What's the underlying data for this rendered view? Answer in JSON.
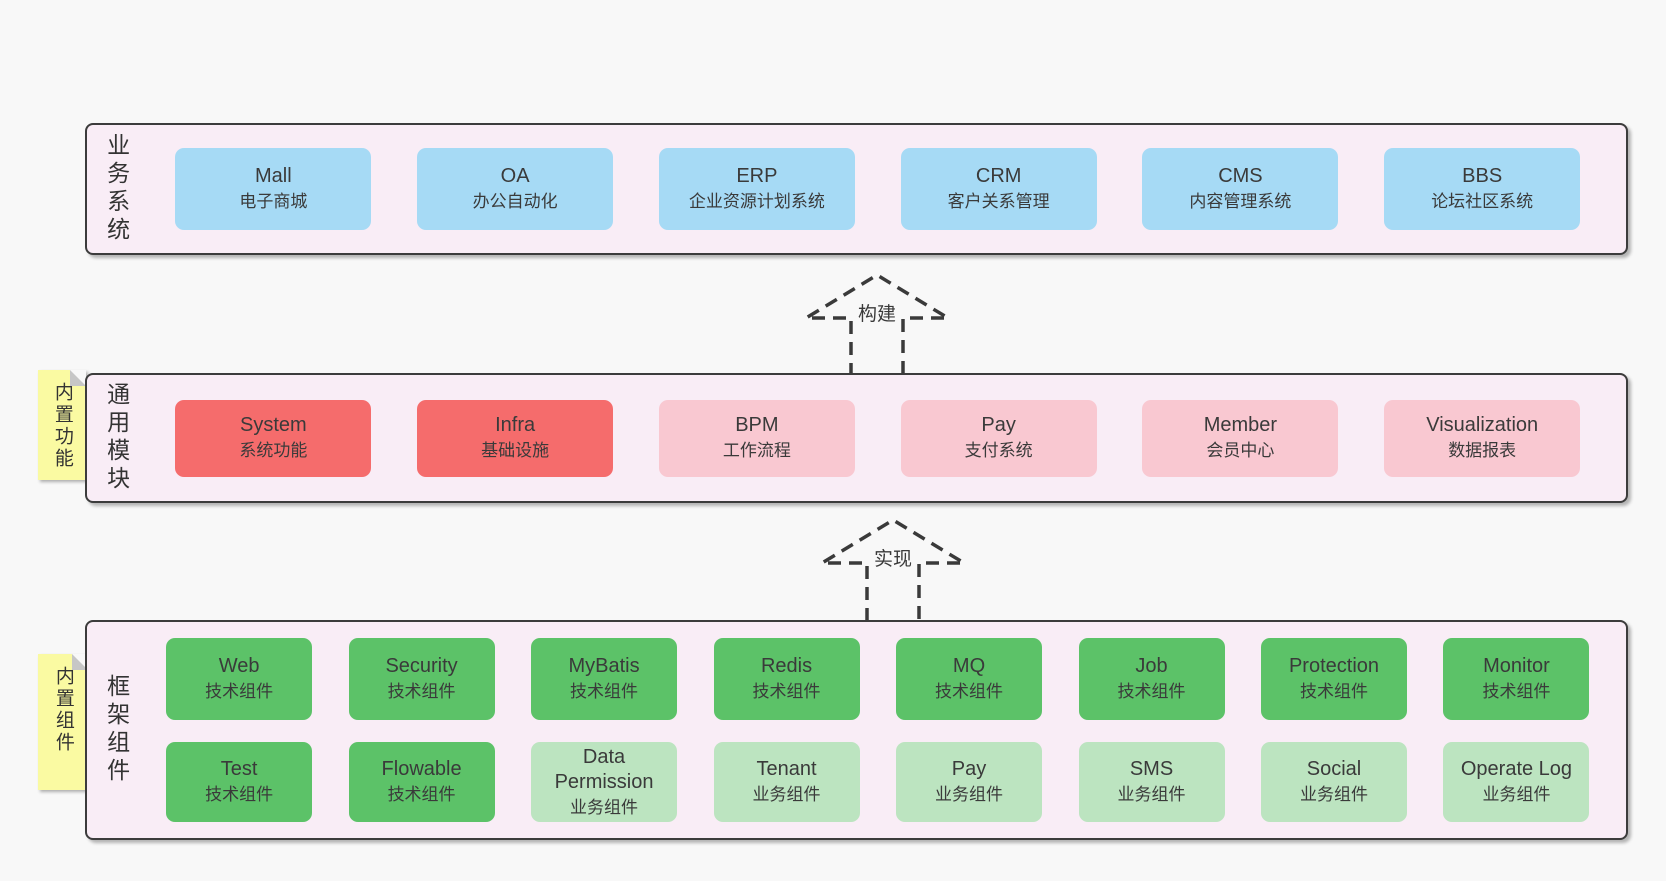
{
  "diagram": {
    "layers": [
      {
        "label": "业务系统",
        "boxes": [
          {
            "en": "Mall",
            "zh": "电子商城"
          },
          {
            "en": "OA",
            "zh": "办公自动化"
          },
          {
            "en": "ERP",
            "zh": "企业资源计划系统"
          },
          {
            "en": "CRM",
            "zh": "客户关系管理"
          },
          {
            "en": "CMS",
            "zh": "内容管理系统"
          },
          {
            "en": "BBS",
            "zh": "论坛社区系统"
          }
        ]
      },
      {
        "label": "通用模块",
        "sticky": "内置功能",
        "boxes": [
          {
            "en": "System",
            "zh": "系统功能"
          },
          {
            "en": "Infra",
            "zh": "基础设施"
          },
          {
            "en": "BPM",
            "zh": "工作流程"
          },
          {
            "en": "Pay",
            "zh": "支付系统"
          },
          {
            "en": "Member",
            "zh": "会员中心"
          },
          {
            "en": "Visualization",
            "zh": "数据报表"
          }
        ]
      },
      {
        "label": "框架组件",
        "sticky": "内置组件",
        "rows": [
          [
            {
              "en": "Web",
              "zh": "技术组件"
            },
            {
              "en": "Security",
              "zh": "技术组件"
            },
            {
              "en": "MyBatis",
              "zh": "技术组件"
            },
            {
              "en": "Redis",
              "zh": "技术组件"
            },
            {
              "en": "MQ",
              "zh": "技术组件"
            },
            {
              "en": "Job",
              "zh": "技术组件"
            },
            {
              "en": "Protection",
              "zh": "技术组件"
            },
            {
              "en": "Monitor",
              "zh": "技术组件"
            }
          ],
          [
            {
              "en": "Test",
              "zh": "技术组件"
            },
            {
              "en": "Flowable",
              "zh": "技术组件"
            },
            {
              "en": "Data Permission",
              "zh": "业务组件"
            },
            {
              "en": "Tenant",
              "zh": "业务组件"
            },
            {
              "en": "Pay",
              "zh": "业务组件"
            },
            {
              "en": "SMS",
              "zh": "业务组件"
            },
            {
              "en": "Social",
              "zh": "业务组件"
            },
            {
              "en": "Operate Log",
              "zh": "业务组件"
            }
          ]
        ]
      }
    ],
    "arrows": [
      {
        "label": "构建"
      },
      {
        "label": "实现"
      }
    ],
    "colors": {
      "page_bg": "#f8f8f8",
      "layer_bg": "#f9edf6",
      "layer_border": "#3c3c3c",
      "blue": "#a6daf5",
      "red": "#f56c6c",
      "pink": "#f9c8d1",
      "green_dark": "#5cc268",
      "green_light": "#bce4c0",
      "sticky_yellow": "#fafaa2",
      "text": "#3a3a3a"
    }
  }
}
